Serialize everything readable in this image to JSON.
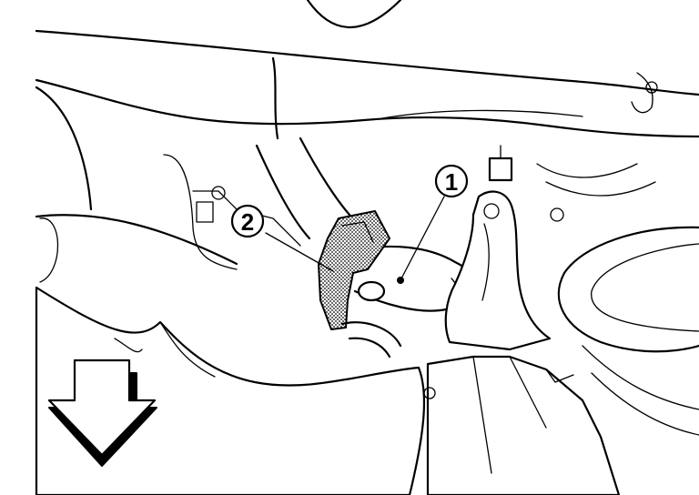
{
  "callouts": [
    {
      "id": "callout-1",
      "label": "1"
    },
    {
      "id": "callout-2",
      "label": "2"
    }
  ],
  "icons": {
    "direction_arrow": "down-arrow-icon"
  },
  "colors": {
    "line": "#000000",
    "background": "#ffffff",
    "hatch": "#000000"
  }
}
